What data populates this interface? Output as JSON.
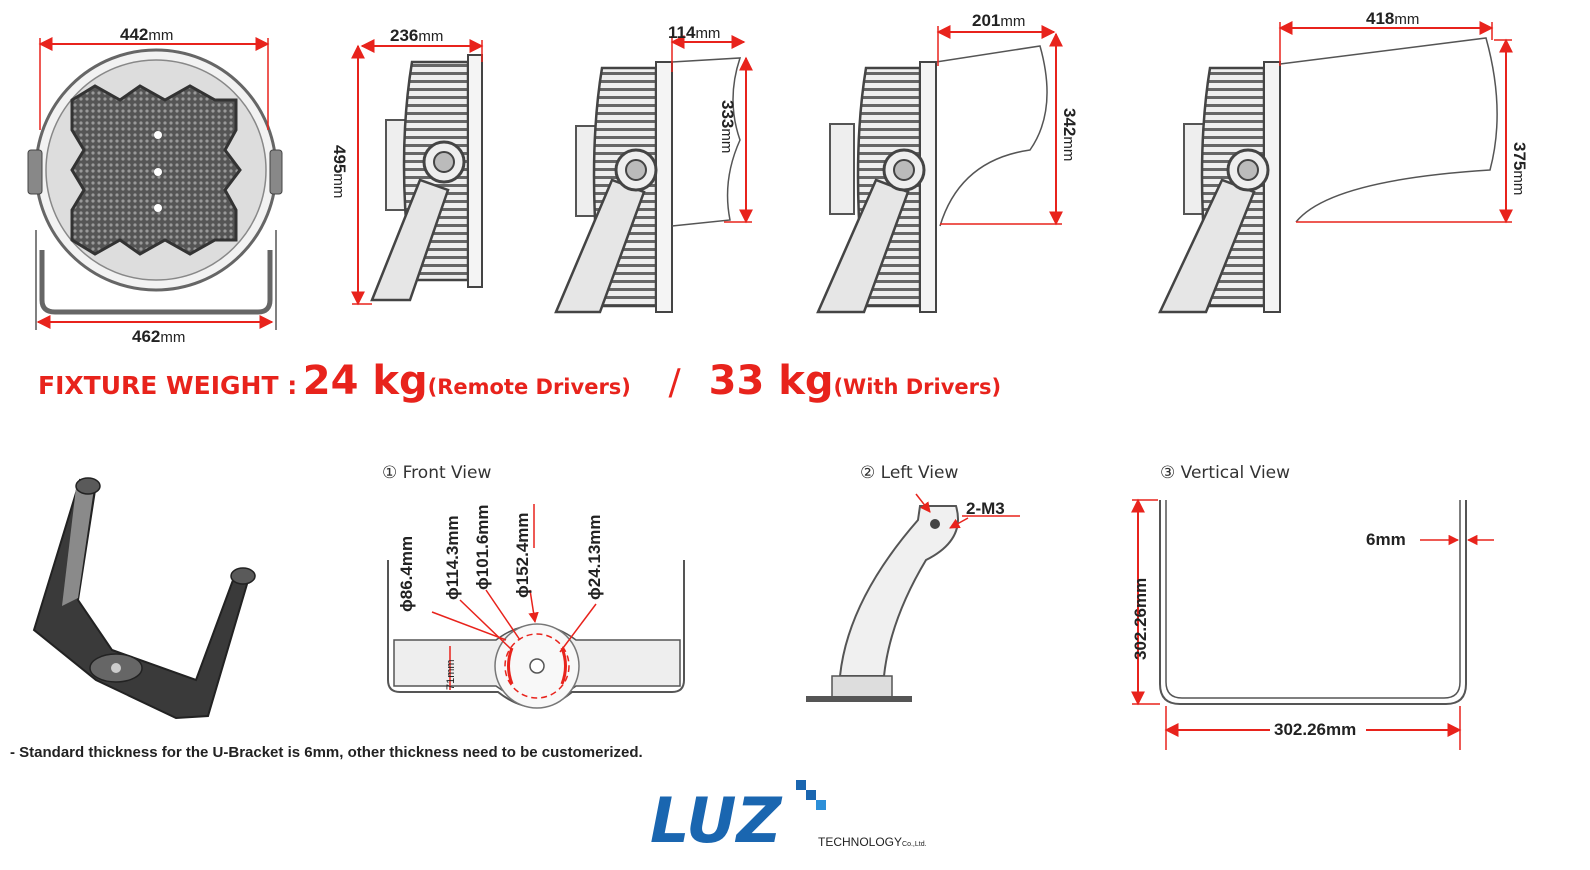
{
  "dimensions": {
    "front_width_top": "442",
    "front_width_bottom": "462",
    "side_depth": "236",
    "side_height": "495",
    "visor1_depth": "114",
    "visor1_height": "333",
    "visor2_depth": "201",
    "visor2_height": "342",
    "visor3_depth": "418",
    "visor3_height": "375",
    "unit": "mm"
  },
  "weight": {
    "label": "FIXTURE WEIGHT :",
    "remote_value": "24 kg",
    "remote_note": "(Remote Drivers)",
    "separator": "/",
    "with_value": "33 kg",
    "with_note": "(With Drivers)"
  },
  "bracket_views": {
    "front_title": "① Front View",
    "left_title": "② Left View",
    "vertical_title": "③ Vertical View",
    "holes": [
      "ϕ86.4mm",
      "ϕ114.3mm",
      "ϕ101.6mm",
      "ϕ152.4mm",
      "ϕ24.13mm"
    ],
    "slot_height": "71mm",
    "screw": "2-M3",
    "thickness": "6mm",
    "bracket_height": "302.26mm",
    "bracket_width": "302.26mm"
  },
  "note": "- Standard thickness for the U-Bracket is 6mm, other thickness need to be customerized.",
  "logo": {
    "word": "LUZ",
    "tagline": "TECHNOLOGY",
    "suffix": "Co.,Ltd."
  },
  "colors": {
    "dimension_red": "#e8231c",
    "logo_blue": "#1a66b0",
    "line_gray": "#555555"
  }
}
